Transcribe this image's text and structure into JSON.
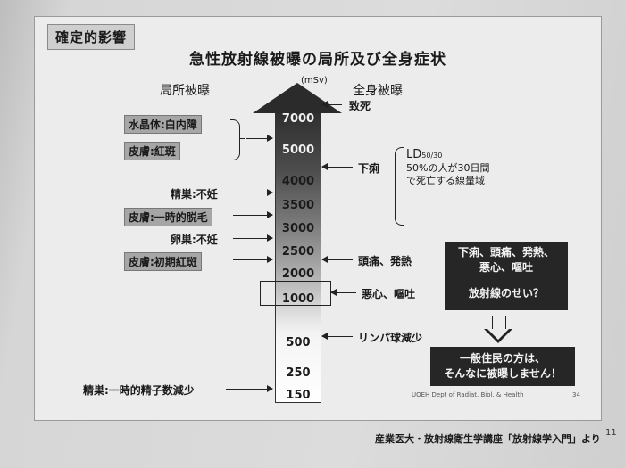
{
  "header": "確定的影響",
  "title": "急性放射線被曝の局所及び全身症状",
  "col_left": "局所被曝",
  "col_right": "全身被曝",
  "unit": "(mSv)",
  "doses": [
    "7000",
    "5000",
    "4000",
    "3500",
    "3000",
    "2500",
    "2000",
    "1000",
    "500",
    "250",
    "150"
  ],
  "local_labels": {
    "lens": "水晶体:白内障",
    "skin_erythema": "皮膚:紅斑",
    "testes_sterility": "精巣:不妊",
    "skin_hair_loss": "皮膚:一時的脱毛",
    "ovary_sterility": "卵巣:不妊",
    "skin_early_erythema": "皮膚:初期紅斑",
    "testes_sperm": "精巣:一時的精子数減少"
  },
  "whole_labels": {
    "death": "致死",
    "diarrhea": "下痢",
    "headache": "頭痛、発熱",
    "nausea": "悪心、嘔吐",
    "lymph": "リンパ球減少"
  },
  "ld": {
    "main": "LD",
    "sub": "50/30",
    "line1": "50%の人が30日間",
    "line2": "で死亡する線量域"
  },
  "question_box": {
    "line1": "下痢、頭痛、発熱、",
    "line2": "悪心、嘔吐",
    "line3": "放射線のせい？"
  },
  "answer_box": {
    "line1": "一般住民の方は、",
    "line2": "そんなに被曝しません！"
  },
  "credit": "UOEH Dept of Radiat. Biol. & Health",
  "slide_number": "34",
  "footer": "産業医大・放射線衛生学講座「放射線学入門」より",
  "page_number": "11"
}
